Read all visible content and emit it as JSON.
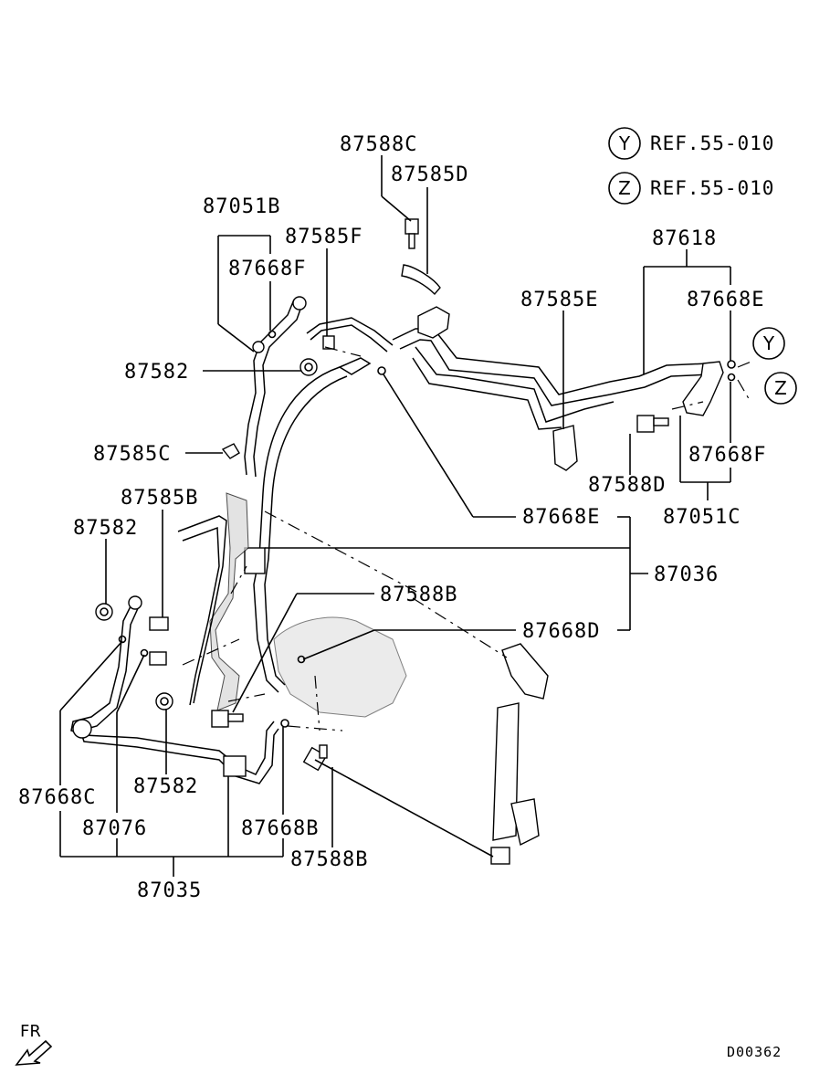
{
  "references": [
    {
      "letter": "Y",
      "text": "REF.55-010"
    },
    {
      "letter": "Z",
      "text": "REF.55-010"
    }
  ],
  "labels": {
    "p87588C": "87588C",
    "p87585D": "87585D",
    "p87051B": "87051B",
    "p87585F": "87585F",
    "p87668F_top": "87668F",
    "p87582_top": "87582",
    "p87585C": "87585C",
    "p87585B": "87585B",
    "p87582_left": "87582",
    "p87618": "87618",
    "p87585E": "87585E",
    "p87668E_right": "87668E",
    "p87668F_right": "87668F",
    "p87588D": "87588D",
    "p87051C": "87051C",
    "p87668E_mid": "87668E",
    "p87036": "87036",
    "p87588B_mid": "87588B",
    "p87668D": "87668D",
    "p87668C": "87668C",
    "p87076": "87076",
    "p87582_bottom": "87582",
    "p87668B": "87668B",
    "p87588B_bottom": "87588B",
    "p87035": "87035"
  },
  "callout_letters": {
    "y": "Y",
    "z": "Z"
  },
  "footer": {
    "direction": "FR",
    "drawing_id": "D00362"
  }
}
